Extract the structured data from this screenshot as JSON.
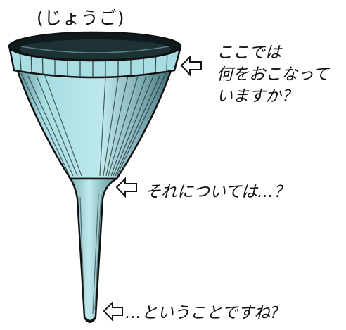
{
  "diagram": {
    "title": "(じょうご)",
    "callouts": [
      {
        "id": "rim",
        "text": "ここでは\n何をおこなって\nいますか？"
      },
      {
        "id": "cone",
        "text": "それについては…？"
      },
      {
        "id": "spout",
        "text": "…ということですね?"
      }
    ],
    "colors": {
      "funnel_fill": "#a8dde2",
      "funnel_shade": "#5d8f95",
      "ink": "#111111",
      "background": "#ffffff"
    },
    "icons": [
      "funnel-illustration",
      "arrow-left-outline-icon"
    ]
  }
}
